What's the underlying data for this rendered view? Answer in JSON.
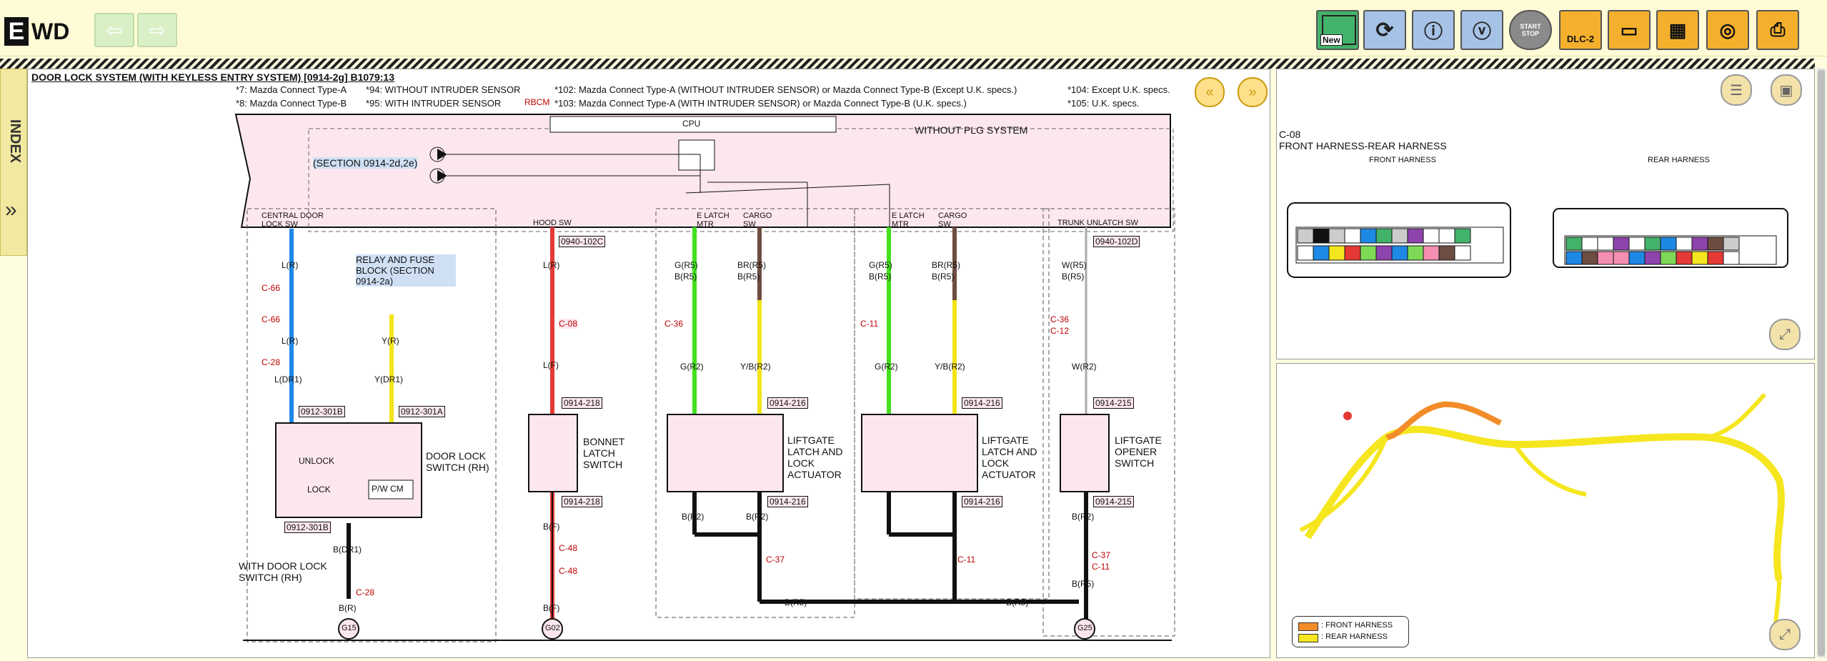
{
  "app": {
    "logo_first": "E",
    "logo_rest": "WD"
  },
  "toolbar": {
    "new_label": "New",
    "dlc_label": "DLC-2",
    "start_stop_label": "START STOP"
  },
  "sidebar": {
    "index_label": "INDEX",
    "expand_glyph": "»"
  },
  "diagram": {
    "title": "DOOR LOCK SYSTEM (WITH KEYLESS ENTRY SYSTEM) [0914-2g] B1079:13",
    "footnotes": {
      "n7": "*7: Mazda Connect Type-A",
      "n8": "*8: Mazda Connect Type-B",
      "n94": "*94: WITHOUT INTRUDER SENSOR",
      "n95": "*95: WITH INTRUDER SENSOR",
      "n102": "*102: Mazda Connect Type-A (WITHOUT INTRUDER SENSOR) or Mazda Connect Type-B (Except U.K. specs.)",
      "n103": "*103: Mazda Connect Type-A (WITH INTRUDER SENSOR) or Mazda Connect Type-B (U.K. specs.)",
      "n104": "*104: Except U.K. specs.",
      "n105": "*105: U.K. specs."
    },
    "rbcm": "RBCM",
    "cpu": "CPU",
    "without_plg": "WITHOUT PLG SYSTEM",
    "section_ref": "(SECTION 0914-2d,2e)",
    "relay": "RELAY AND FUSE BLOCK (SECTION 0914-2a)",
    "switches": {
      "central": "CENTRAL DOOR LOCK SW",
      "hood": "HOOD SW",
      "e_latch": "E LATCH MTR",
      "cargo": "CARGO SW",
      "trunk": "TRUNK UNLATCH SW"
    },
    "components": {
      "door_lock_switch": "DOOR LOCK SWITCH (RH)",
      "bonnet": "BONNET LATCH SWITCH",
      "liftgate_actuator": "LIFTGATE LATCH AND LOCK ACTUATOR",
      "liftgate_opener": "LIFTGATE OPENER SWITCH",
      "with_door_lock": "WITH DOOR LOCK SWITCH (RH)",
      "unlock": "UNLOCK",
      "lock": "LOCK",
      "pwcm": "P/W CM"
    },
    "connectors": [
      "0940-102C",
      "0940-102D",
      "0912-301B",
      "0912-301A",
      "0914-218",
      "0914-216",
      "0914-215"
    ],
    "wires": [
      "L(R)",
      "Y(R)",
      "L(DR1)",
      "Y(DR1)",
      "B(DR1)",
      "B(R)",
      "L(F)",
      "B(F)",
      "G(R5)",
      "B(R5)",
      "BR(R5)",
      "G(R2)",
      "Y/B(R2)",
      "B(R2)",
      "W(R5)",
      "W(R2)"
    ],
    "grounds": [
      "G15",
      "G02",
      "G25"
    ],
    "clabels": [
      "C-66",
      "C-28",
      "C-08",
      "C-36",
      "C-11",
      "C-48",
      "C-37",
      "C-12"
    ]
  },
  "connector_panel": {
    "id": "C-08",
    "name": "FRONT HARNESS-REAR HARNESS",
    "front": "FRONT HARNESS",
    "rear": "REAR HARNESS"
  },
  "harness_legend": {
    "front": ": FRONT HARNESS",
    "rear": ": REAR HARNESS",
    "front_color": "#f28c28",
    "rear_color": "#f5e61f"
  }
}
